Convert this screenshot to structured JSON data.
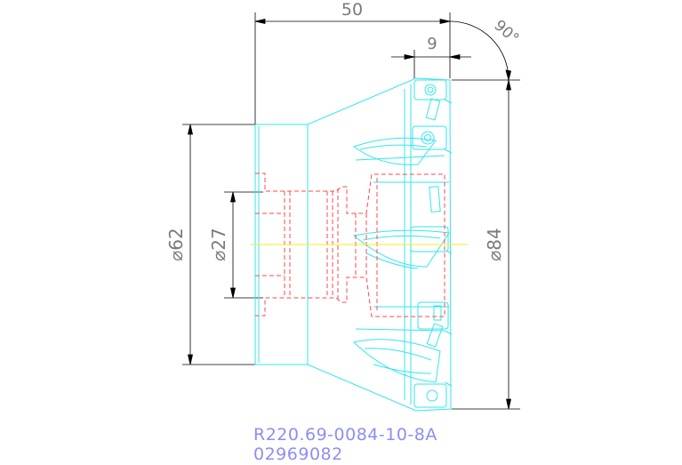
{
  "drawing": {
    "part_number": "R220.69-0084-10-8A",
    "order_code": "02969082",
    "dimensions": {
      "overall_length": "50",
      "insert_width": "9",
      "angle": "90°",
      "diameter_shank": "⌀62",
      "diameter_bore": "⌀27",
      "diameter_cutter": "⌀84"
    }
  },
  "colors": {
    "body_outline": "#33e6ee",
    "hidden_lines": "#ff4a4a",
    "centerline": "#f5f04a",
    "dimension_lines": "#000000",
    "dimension_text": "#7a7a7a",
    "part_code_text": "#8d8ff0"
  }
}
